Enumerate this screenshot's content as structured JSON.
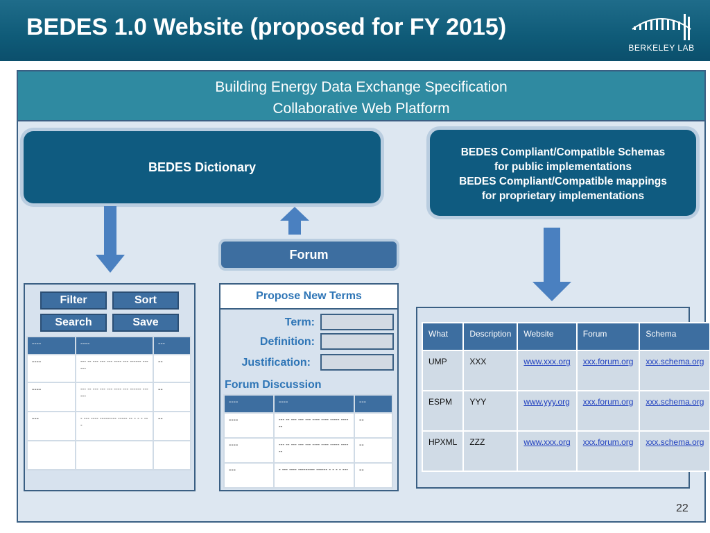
{
  "header": {
    "title": "BEDES 1.0 Website (proposed for FY 2015)",
    "logo_text": "BERKELEY LAB"
  },
  "platform": {
    "line1": "Building Energy Data Exchange Specification",
    "line2": "Collaborative  Web Platform"
  },
  "dictionary_box": "BEDES Dictionary",
  "schemas_box": {
    "line1": "BEDES Compliant/Compatible Schemas",
    "line2": "for public implementations",
    "line3": "BEDES Compliant/Compatible mappings",
    "line4": "for proprietary implementations"
  },
  "forum_box": "Forum",
  "dictionary_panel": {
    "buttons": {
      "filter": "Filter",
      "sort": "Sort",
      "search": "Search",
      "save": "Save"
    },
    "headers": [
      "----",
      "----",
      "---"
    ],
    "rows": [
      [
        "----",
        "--- -- --- --- --- ---- --- ------ ------",
        "--"
      ],
      [
        "----",
        "--- -- --- --- --- ---- --- ------ ------",
        "--"
      ],
      [
        "---",
        "- --- ---- --------- ----- -- - - - ---",
        "--"
      ],
      [
        "",
        "",
        ""
      ]
    ]
  },
  "forum_panel": {
    "title": "Propose New Terms",
    "term_label": "Term:",
    "definition_label": "Definition:",
    "justification_label": "Justification:",
    "discussion_label": "Forum Discussion",
    "headers": [
      "----",
      "----",
      "---"
    ],
    "rows": [
      [
        "----",
        "--- -- --- --- --- ---- ---- ----- ------",
        "--"
      ],
      [
        "----",
        "--- -- --- --- --- ---- ---- ----- ------",
        "--"
      ],
      [
        "---",
        "- --- ---- --------- ------ - - - - ---",
        "--"
      ]
    ]
  },
  "schema_panel": {
    "headers": [
      "What",
      "Description",
      "Website",
      "Forum",
      "Schema"
    ],
    "rows": [
      [
        "UMP",
        "XXX",
        "www.xxx.org",
        "xxx.forum.org",
        "xxx.schema.org"
      ],
      [
        "ESPM",
        "YYY",
        "www.yyy.org",
        "xxx.forum.org",
        "xxx.schema.org"
      ],
      [
        "HPXML",
        "ZZZ",
        "www.xxx.org",
        "xxx.forum.org",
        "xxx.schema.org"
      ]
    ]
  },
  "page_number": "22",
  "colors": {
    "header": "#0f5b78",
    "accent": "#3d6ea0",
    "label": "#2e75b6"
  }
}
